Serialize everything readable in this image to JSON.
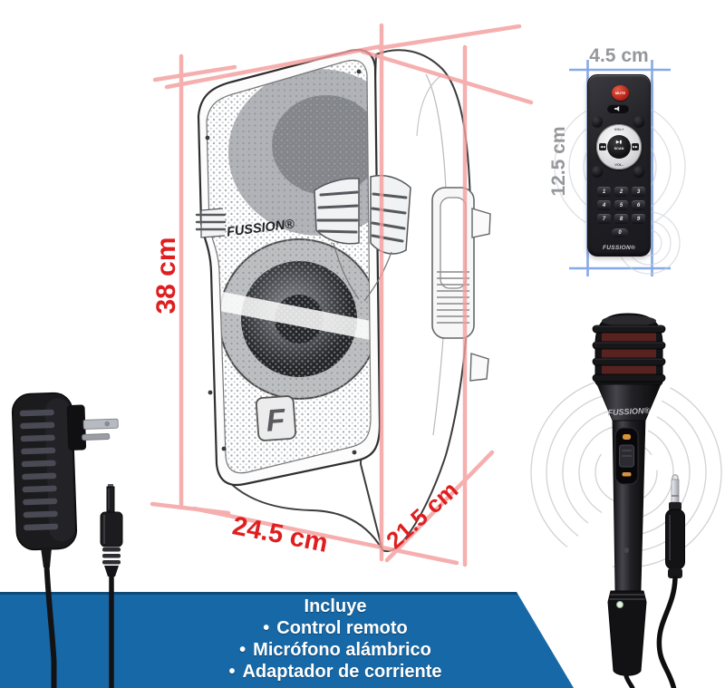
{
  "speaker": {
    "brand_logo": "FUSSION®",
    "emblem_letter": "F",
    "height_label": "38 cm",
    "width_label": "24.5 cm",
    "depth_label": "21.5 cm"
  },
  "remote": {
    "width_label": "4.5 cm",
    "height_label": "12.5 cm",
    "mute_label": "MUTE",
    "vol_up_label": "VOL+",
    "vol_down_label": "VOL-",
    "prev_label": "◀◀",
    "next_label": "▶▶",
    "play_label": "▶▮",
    "scan_label": "SCAN",
    "digits": [
      "1",
      "2",
      "3",
      "4",
      "5",
      "6",
      "7",
      "8",
      "9"
    ],
    "zero": "0",
    "brand": "FUSSION®"
  },
  "microphone": {
    "brand": "FUSSION®"
  },
  "banner": {
    "title": "Incluye",
    "bullet": "•",
    "items": [
      "Control remoto",
      "Micrófono alámbrico",
      "Adaptador de corriente"
    ]
  },
  "colors": {
    "dimension_red": "#df1f1f",
    "dimension_pink_line": "#f59c9c",
    "dimension_gray": "#96979a",
    "dimension_blue_line": "#7aa0e4",
    "banner_blue": "#1768a6",
    "banner_edge": "#0d4a78"
  }
}
